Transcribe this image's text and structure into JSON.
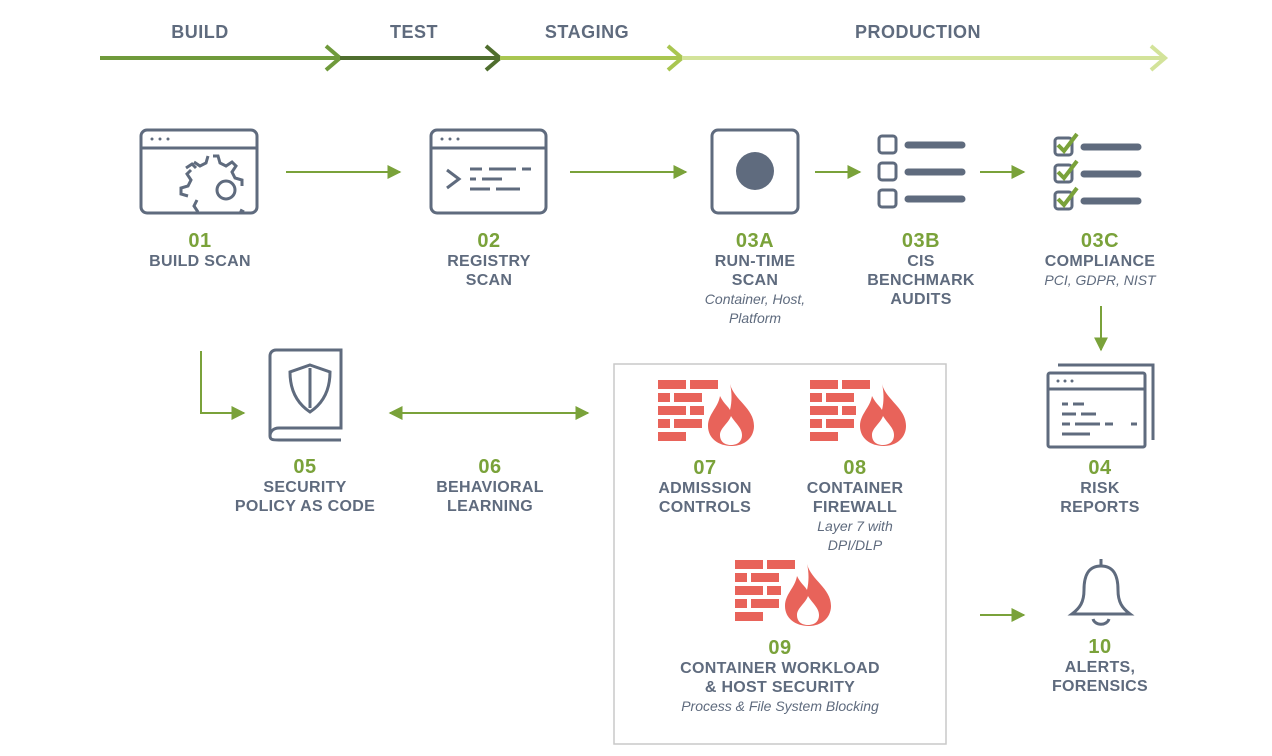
{
  "stages": [
    {
      "label": "BUILD",
      "color": "#6f9a3b"
    },
    {
      "label": "TEST",
      "color": "#4f6e2e"
    },
    {
      "label": "STAGING",
      "color": "#a9c651"
    },
    {
      "label": "PRODUCTION",
      "color": "#d3e39a"
    }
  ],
  "colors": {
    "icon_gray": "#5f6b7e",
    "accent_green": "#7aa23a",
    "arrow_green": "#7aa23a",
    "firewall_red": "#e8635a",
    "box_border": "#c9c9c9"
  },
  "steps": [
    {
      "id": "build",
      "number": "01",
      "title": "BUILD SCAN",
      "subtitle": "",
      "icon": "browser-gear-icon"
    },
    {
      "id": "registry",
      "number": "02",
      "title": "REGISTRY\nSCAN",
      "subtitle": "",
      "icon": "terminal-window-icon"
    },
    {
      "id": "runtime",
      "number": "03A",
      "title": "RUN-TIME\nSCAN",
      "subtitle": "Container, Host,\nPlatform",
      "icon": "record-dot-icon"
    },
    {
      "id": "cis",
      "number": "03B",
      "title": "CIS\nBENCHMARK\nAUDITS",
      "subtitle": "",
      "icon": "checklist-icon"
    },
    {
      "id": "compliance",
      "number": "03C",
      "title": "COMPLIANCE",
      "subtitle": "PCI, GDPR, NIST",
      "icon": "checked-list-icon"
    },
    {
      "id": "policy",
      "number": "05",
      "title": "SECURITY\nPOLICY AS CODE",
      "subtitle": "",
      "icon": "shield-book-icon"
    },
    {
      "id": "behavioral",
      "number": "06",
      "title": "BEHAVIORAL\nLEARNING",
      "subtitle": "",
      "icon": ""
    },
    {
      "id": "admission",
      "number": "07",
      "title": "ADMISSION\nCONTROLS",
      "subtitle": "",
      "icon": "firewall-icon"
    },
    {
      "id": "firewall",
      "number": "08",
      "title": "CONTAINER\nFIREWALL",
      "subtitle": "Layer 7 with\nDPI/DLP",
      "icon": "firewall-icon"
    },
    {
      "id": "workload",
      "number": "09",
      "title": "CONTAINER WORKLOAD\n& HOST SECURITY",
      "subtitle": "Process & File System Blocking",
      "icon": "firewall-icon"
    },
    {
      "id": "risk",
      "number": "04",
      "title": "RISK\nREPORTS",
      "subtitle": "",
      "icon": "report-window-icon"
    },
    {
      "id": "alerts",
      "number": "10",
      "title": "ALERTS,\nFORENSICS",
      "subtitle": "",
      "icon": "bell-icon"
    }
  ]
}
